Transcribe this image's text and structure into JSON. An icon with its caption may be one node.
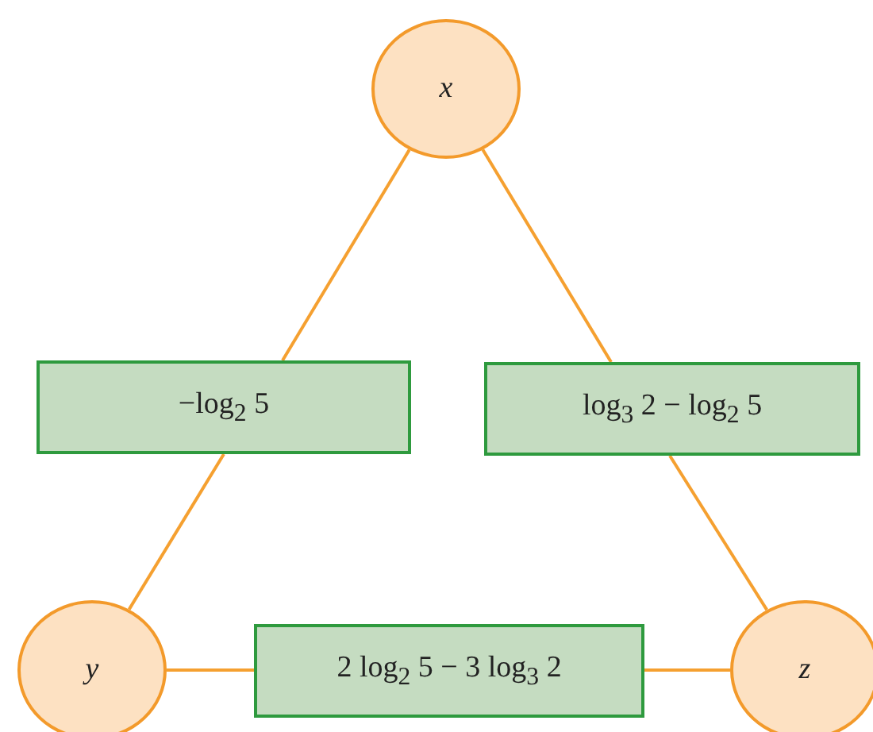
{
  "diagram": {
    "nodes": [
      {
        "text": [
          "x"
        ]
      },
      {
        "text": [
          "−log$_{2}$ 5"
        ]
      },
      {
        "text": [
          "log$_{3}$ 2 − log$_{2}$ 5"
        ]
      },
      {
        "text": [
          "y"
        ]
      },
      {
        "text": [
          "2 log$_{2}$ 5 − 3 log$_{3}$ 2"
        ]
      },
      {
        "text": [
          "z"
        ]
      }
    ],
    "edges": [
      {
        "from": 0,
        "to": 1,
        "arrow": "none"
      },
      {
        "from": 1,
        "to": 3,
        "arrow": "none"
      },
      {
        "from": 0,
        "to": 2,
        "arrow": "none"
      },
      {
        "from": 2,
        "to": 5,
        "arrow": "none"
      },
      {
        "from": 3,
        "to": 4,
        "arrow": "none"
      },
      {
        "from": 4,
        "to": 5,
        "arrow": "none"
      }
    ]
  }
}
